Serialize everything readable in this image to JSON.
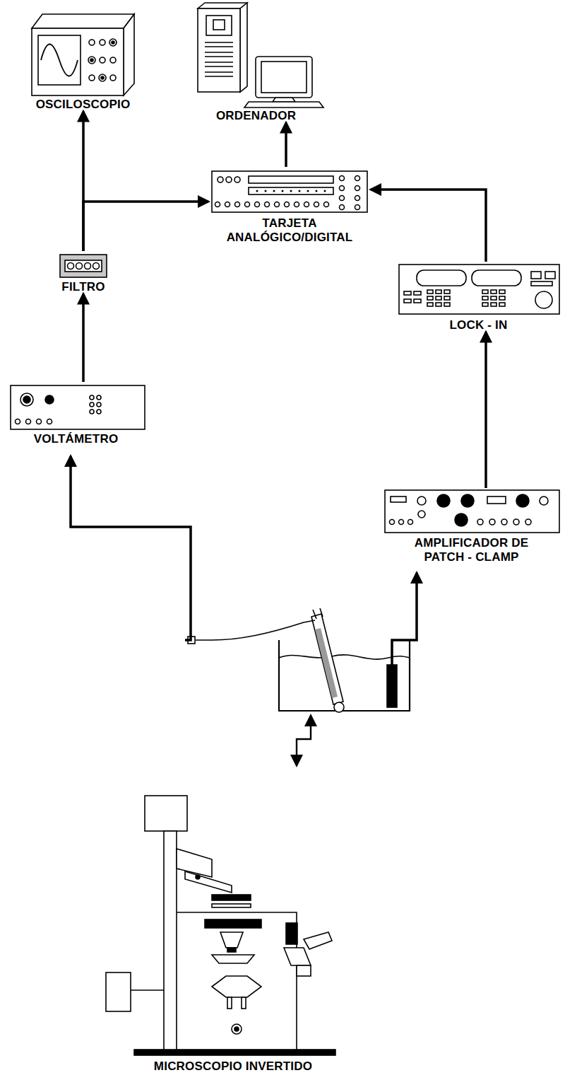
{
  "diagram": {
    "nodes": [
      {
        "text": [
          "OSCILOSCOPIO"
        ]
      },
      {
        "text": [
          "ORDENADOR"
        ]
      },
      {
        "text": [
          "TARJETA ANALÓGICO/DIGITAL"
        ]
      },
      {
        "text": [
          "LOCK - IN"
        ]
      },
      {
        "text": [
          "FILTRO"
        ]
      },
      {
        "text": [
          "VOLTÁMETRO"
        ]
      },
      {
        "text": [
          "AMPLIFICADOR DE PATCH - CLAMP"
        ]
      },
      {
        "text": [
          "MICROSCOPIO INVERTIDO"
        ]
      }
    ],
    "edges": [
      {
        "from": 5,
        "to": 4,
        "arrow": "to"
      },
      {
        "from": 4,
        "to": 0,
        "arrow": "to"
      },
      {
        "from": 4,
        "to": 2,
        "arrow": "to"
      },
      {
        "from": 2,
        "to": 1,
        "arrow": "to"
      },
      {
        "from": 3,
        "to": 2,
        "arrow": "to"
      },
      {
        "from": 6,
        "to": 3,
        "arrow": "to"
      }
    ]
  }
}
